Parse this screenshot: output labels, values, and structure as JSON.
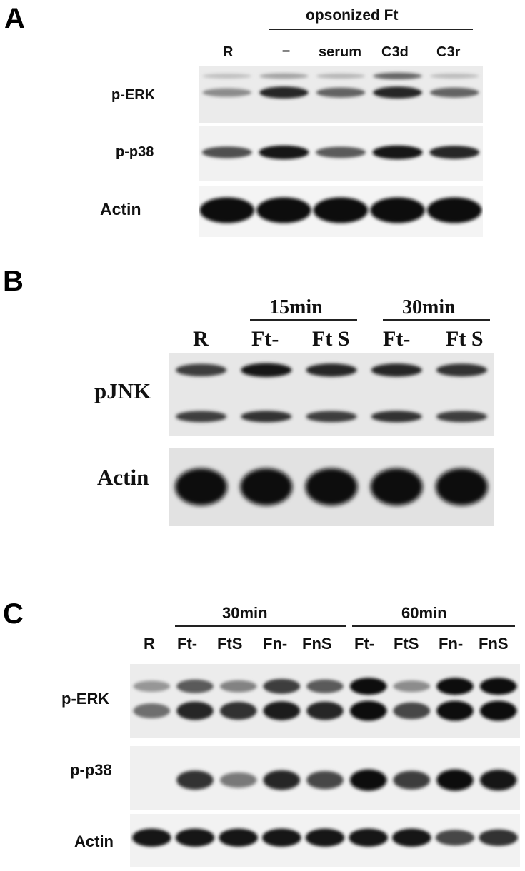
{
  "panels": [
    {
      "letter": "A",
      "group_header": "opsonized Ft",
      "lanes": [
        "R",
        "–",
        "serum",
        "C3d",
        "C3r"
      ],
      "rows": [
        {
          "label": "p-ERK",
          "bands": [
            [
              0.35,
              0.1
            ],
            [
              0.85,
              0.25
            ],
            [
              0.55,
              0.15
            ],
            [
              0.85,
              0.55
            ],
            [
              0.55,
              0.12
            ]
          ]
        },
        {
          "label": "p-p38",
          "bands": [
            [
              0.65
            ],
            [
              0.95
            ],
            [
              0.6
            ],
            [
              0.95
            ],
            [
              0.85
            ]
          ]
        },
        {
          "label": "Actin",
          "bands": [
            [
              1
            ],
            [
              1
            ],
            [
              1
            ],
            [
              1
            ],
            [
              1
            ]
          ]
        }
      ]
    },
    {
      "letter": "B",
      "groups": [
        "15min",
        "30min"
      ],
      "lanes": [
        "R",
        "Ft-",
        "Ft S",
        "Ft-",
        "Ft S"
      ],
      "rows": [
        {
          "label": "pJNK",
          "bands": [
            [
              0.75,
              0.75
            ],
            [
              0.95,
              0.8
            ],
            [
              0.85,
              0.75
            ],
            [
              0.85,
              0.8
            ],
            [
              0.8,
              0.75
            ]
          ]
        },
        {
          "label": "Actin",
          "bands": [
            [
              1
            ],
            [
              1
            ],
            [
              1
            ],
            [
              1
            ],
            [
              1
            ]
          ]
        }
      ]
    },
    {
      "letter": "C",
      "groups": [
        "30min",
        "60min"
      ],
      "lanes": [
        "R",
        "Ft-",
        "FtS",
        "Fn-",
        "FnS",
        "Ft-",
        "FtS",
        "Fn-",
        "FnS"
      ],
      "rows": [
        {
          "label": "p-ERK",
          "bands": [
            [
              0.3,
              0.5
            ],
            [
              0.6,
              0.85
            ],
            [
              0.4,
              0.8
            ],
            [
              0.75,
              0.9
            ],
            [
              0.6,
              0.85
            ],
            [
              1,
              1
            ],
            [
              0.35,
              0.7
            ],
            [
              1,
              1
            ],
            [
              1,
              1
            ]
          ]
        },
        {
          "label": "p-p38",
          "bands": [
            [
              0
            ],
            [
              0.8
            ],
            [
              0.45
            ],
            [
              0.85
            ],
            [
              0.7
            ],
            [
              1
            ],
            [
              0.75
            ],
            [
              1
            ],
            [
              0.95
            ]
          ]
        },
        {
          "label": "Actin",
          "bands": [
            [
              0.95
            ],
            [
              0.95
            ],
            [
              0.95
            ],
            [
              0.95
            ],
            [
              0.95
            ],
            [
              0.95
            ],
            [
              0.95
            ],
            [
              0.7
            ],
            [
              0.8
            ]
          ]
        }
      ]
    }
  ]
}
